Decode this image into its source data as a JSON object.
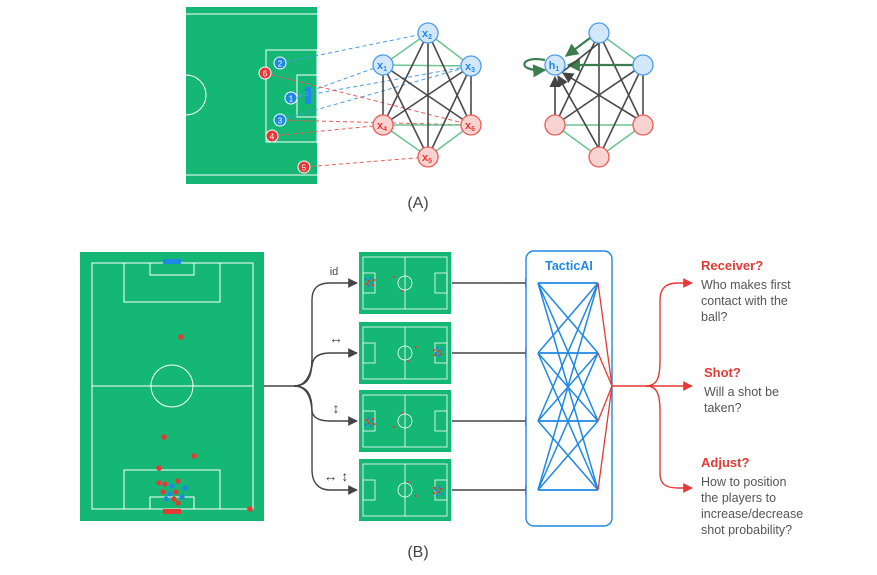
{
  "panel_a": {
    "label": "(A)",
    "pitch_players": [
      {
        "id": "p2",
        "label": "2",
        "team": "attack"
      },
      {
        "id": "p6",
        "label": "6",
        "team": "defense"
      },
      {
        "id": "p1",
        "label": "1",
        "team": "attack"
      },
      {
        "id": "p3",
        "label": "3",
        "team": "attack"
      },
      {
        "id": "p4",
        "label": "4",
        "team": "defense"
      },
      {
        "id": "p5",
        "label": "5",
        "team": "defense"
      }
    ],
    "graph_nodes": [
      {
        "id": "x2",
        "sym": "x",
        "sub": "2",
        "team": "attack"
      },
      {
        "id": "x1",
        "sym": "x",
        "sub": "1",
        "team": "attack"
      },
      {
        "id": "x3",
        "sym": "x",
        "sub": "3",
        "team": "attack"
      },
      {
        "id": "x4",
        "sym": "x",
        "sub": "4",
        "team": "defense"
      },
      {
        "id": "x6",
        "sym": "x",
        "sub": "6",
        "team": "defense"
      },
      {
        "id": "x5",
        "sym": "x",
        "sub": "5",
        "team": "defense"
      }
    ],
    "output_node": {
      "sym": "h",
      "sub": "1"
    }
  },
  "panel_b": {
    "label": "(B)",
    "model_name": "TacticAI",
    "transform_labels": [
      "id",
      "↔",
      "↕",
      "↔ ↕"
    ],
    "questions": [
      {
        "title": "Receiver?",
        "lines": [
          "Who makes first",
          "contact with the",
          "ball?"
        ]
      },
      {
        "title": "Shot?",
        "lines": [
          "Will a shot be",
          "taken?"
        ]
      },
      {
        "title": "Adjust?",
        "lines": [
          "How to position",
          "the players to",
          "increase/decrease",
          "shot probability?"
        ]
      }
    ]
  },
  "colors": {
    "pitch": "#15b775",
    "pitch_line": "#ffffff",
    "attack_fill": "#d3e7fb",
    "attack_stroke": "#4b9be6",
    "defense_fill": "#f9d3d1",
    "defense_stroke": "#e85b57",
    "player_blue": "#1e88e5",
    "player_red": "#e53935",
    "edge_dark": "#4a4a4a",
    "edge_green": "#6cc592",
    "network_blue": "#1e88e5",
    "accent_red": "#e53935"
  }
}
